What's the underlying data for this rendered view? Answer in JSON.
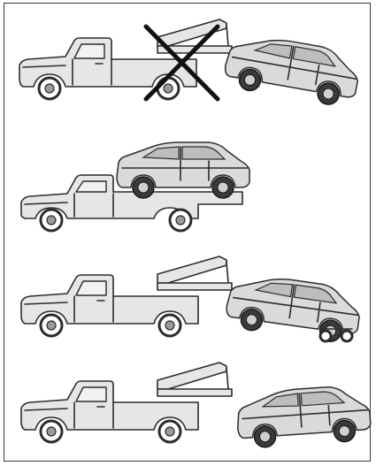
{
  "figure": {
    "panels": [
      {
        "method": "wheel-lift-front-wheels-on-ground",
        "allowed": false,
        "mark": "x-mark-icon"
      },
      {
        "method": "flatbed-carrier",
        "allowed": true
      },
      {
        "method": "wheel-lift-with-rear-dollies",
        "allowed": true
      },
      {
        "method": "wheel-lift-rear-raised",
        "allowed": true
      }
    ]
  }
}
